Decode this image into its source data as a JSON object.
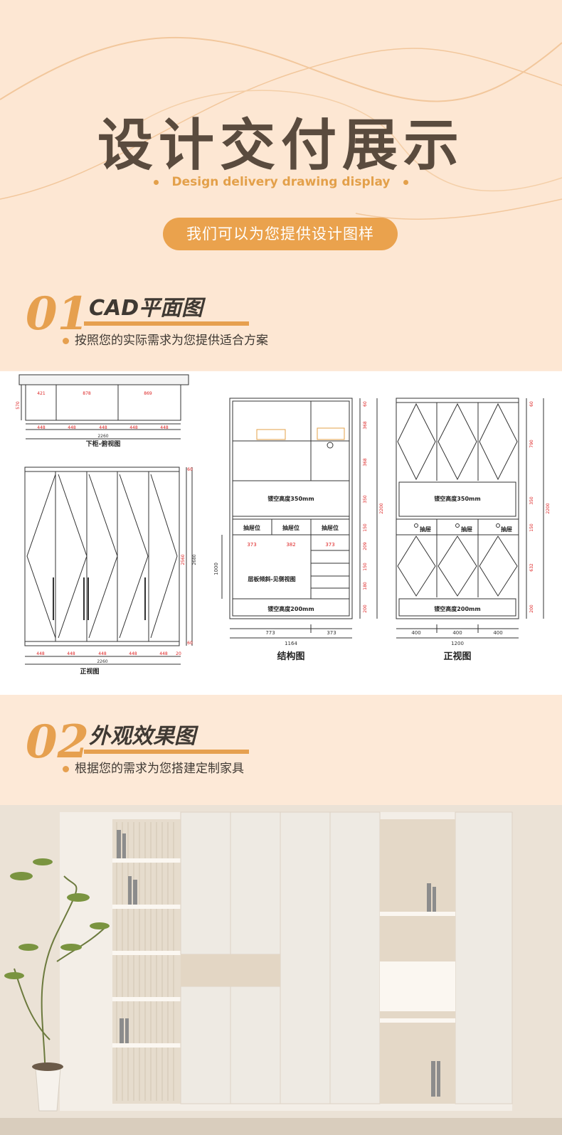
{
  "hero": {
    "title": "设计交付展示",
    "subtitle_en": "Design delivery drawing display",
    "pill_text": "我们可以为您提供设计图样"
  },
  "section1": {
    "number": "01",
    "title": "CAD平面图",
    "desc": "按照您的实际需求为您提供适合方案"
  },
  "section2": {
    "number": "02",
    "title": "外观效果图",
    "desc": "根据您的需求为您搭建定制家具"
  },
  "cad": {
    "top_view": {
      "caption": "下柜-俯视图",
      "inner": [
        "421",
        "878",
        "869"
      ],
      "depth": "570",
      "segs": [
        "448",
        "448",
        "448",
        "448",
        "448"
      ],
      "total": "2260"
    },
    "front_left": {
      "caption": "正视图",
      "segs": [
        "448",
        "448",
        "448",
        "448",
        "448",
        "20"
      ],
      "total": "2260",
      "right_dims": [
        "60",
        "2560",
        "2680",
        "60"
      ]
    },
    "structure": {
      "caption": "结构图",
      "open1": "镂空高度350mm",
      "drawers": [
        "抽屉位",
        "抽屉位",
        "抽屉位"
      ],
      "drawer_widths": [
        "373",
        "382",
        "373"
      ],
      "shelf_note": "层板倾斜-见侧视图",
      "open2": "镂空高度200mm",
      "left_dim": "1000",
      "right_dims": [
        "60",
        "368",
        "368",
        "350",
        "150",
        "209",
        "150",
        "180",
        "200"
      ],
      "total_height": "2200",
      "bottom_segs": [
        "773",
        "373"
      ],
      "bottom_total": "1164"
    },
    "elevation": {
      "caption": "正视图",
      "open1": "镂空高度350mm",
      "drawers": [
        "抽屉",
        "抽屉",
        "抽屉"
      ],
      "open2": "镂空高度200mm",
      "right_dims": [
        "60",
        "790",
        "350",
        "150",
        "632",
        "200"
      ],
      "total_height": "2200",
      "bottom_segs": [
        "400",
        "400",
        "400"
      ],
      "bottom_total": "1200"
    }
  }
}
